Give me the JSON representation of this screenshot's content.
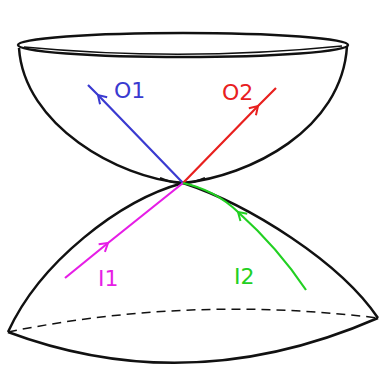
{
  "diagram": {
    "labels": [
      "O1",
      "O2",
      "I1",
      "I2"
    ]
  }
}
